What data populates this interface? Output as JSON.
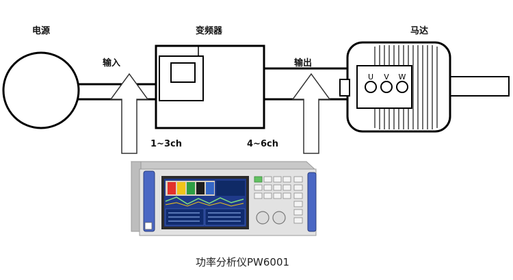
{
  "labels": {
    "power_source": "电源",
    "inverter": "变频器",
    "motor": "马达",
    "input": "输入",
    "output": "输出",
    "channels_in": "1~3ch",
    "channels_out": "4~6ch",
    "terminal_u": "U",
    "terminal_v": "V",
    "terminal_w": "W"
  },
  "caption": "功率分析仪PW6001"
}
